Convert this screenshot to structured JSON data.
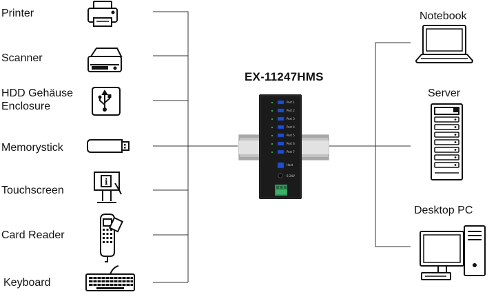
{
  "device": {
    "title": "EX-11247HMS",
    "port_labels": [
      "Port 1",
      "Port 2",
      "Port 3",
      "Port 4",
      "Port 5",
      "Port 6",
      "Port 7"
    ],
    "host_label": "Host",
    "power_label": "6-24V"
  },
  "left_devices": [
    {
      "label": "Printer",
      "icon": "printer-icon"
    },
    {
      "label": "Scanner",
      "icon": "scanner-icon"
    },
    {
      "label_lines": [
        "HDD Gehäuse",
        "Enclosure"
      ],
      "icon": "hdd-enclosure-icon"
    },
    {
      "label": "Memorystick",
      "icon": "usb-stick-icon"
    },
    {
      "label": "Touchscreen",
      "icon": "touchscreen-kiosk-icon"
    },
    {
      "label": "Card Reader",
      "icon": "card-reader-icon"
    },
    {
      "label": "Keyboard",
      "icon": "keyboard-icon"
    }
  ],
  "right_devices": [
    {
      "label": "Notebook",
      "icon": "notebook-icon"
    },
    {
      "label": "Server",
      "icon": "server-icon"
    },
    {
      "label": "Desktop PC",
      "icon": "desktop-pc-icon"
    }
  ],
  "colors": {
    "line": "#333333",
    "hub": "#1b1b1b",
    "rail": "#b9b9b9",
    "port": "#1f4fd1",
    "terminal": "#2f9a5a"
  }
}
